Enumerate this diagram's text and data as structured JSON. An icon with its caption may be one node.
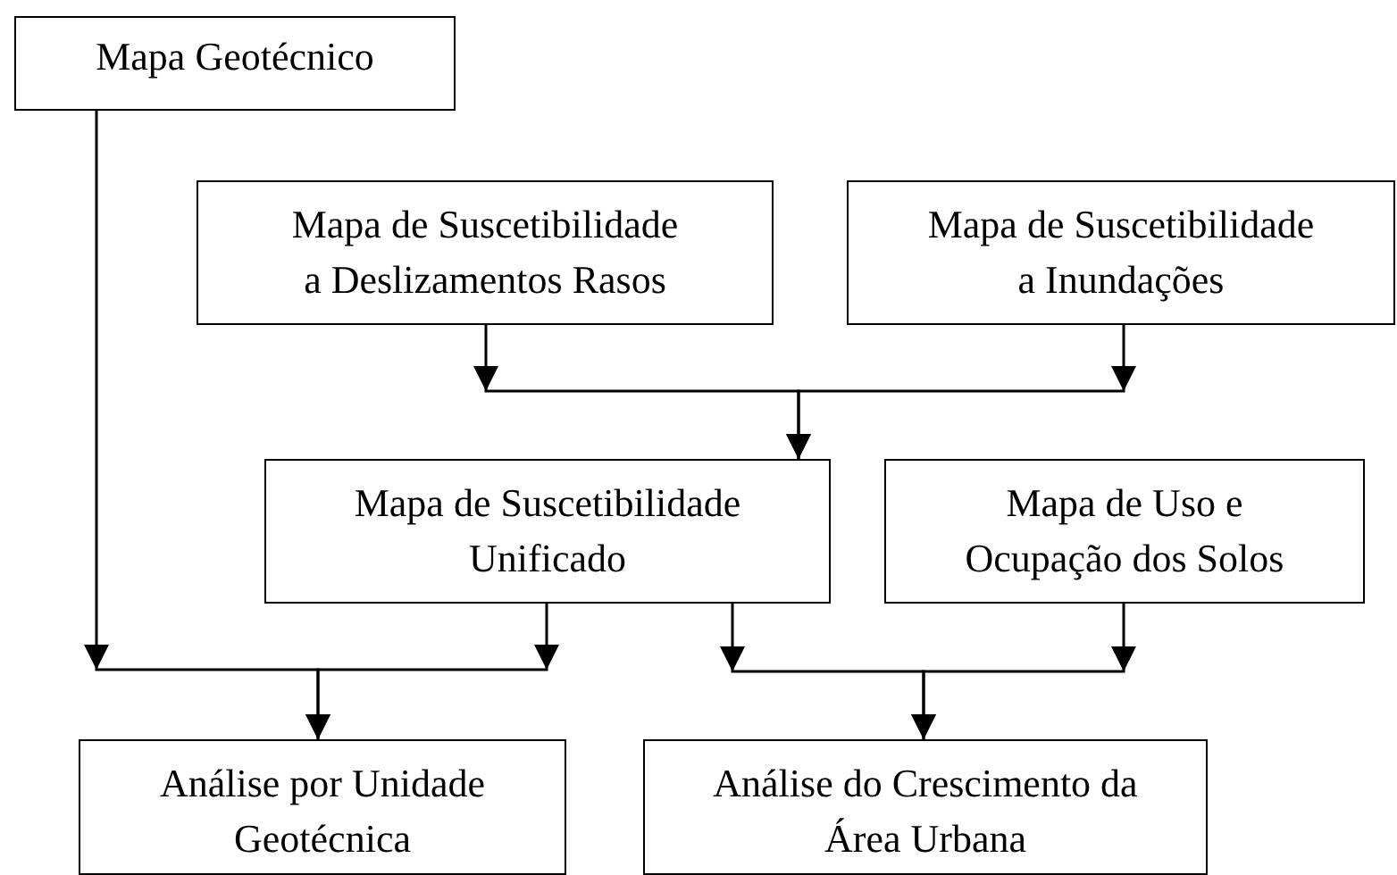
{
  "diagram": {
    "nodes": [
      {
        "text": [
          "Mapa Geotécnico"
        ]
      },
      {
        "text": [
          "Mapa de Suscetibilidade a Deslizamentos Rasos"
        ]
      },
      {
        "text": [
          "Mapa de Suscetibilidade a Inundações"
        ]
      },
      {
        "text": [
          "Mapa de Suscetibilidade Unificado"
        ]
      },
      {
        "text": [
          "Mapa de Uso e Ocupação dos Solos"
        ]
      },
      {
        "text": [
          "Análise por Unidade Geotécnica"
        ]
      },
      {
        "text": [
          "Análise do Crescimento da Área Urbana"
        ]
      }
    ],
    "edges": [
      {
        "from": 0,
        "to": 5,
        "arrow": "to"
      },
      {
        "from": 3,
        "to": 5,
        "arrow": "to"
      },
      {
        "from": 1,
        "to": 3,
        "arrow": "to"
      },
      {
        "from": 2,
        "to": 3,
        "arrow": "to"
      },
      {
        "from": 3,
        "to": 6,
        "arrow": "to"
      },
      {
        "from": 4,
        "to": 6,
        "arrow": "to"
      }
    ]
  }
}
